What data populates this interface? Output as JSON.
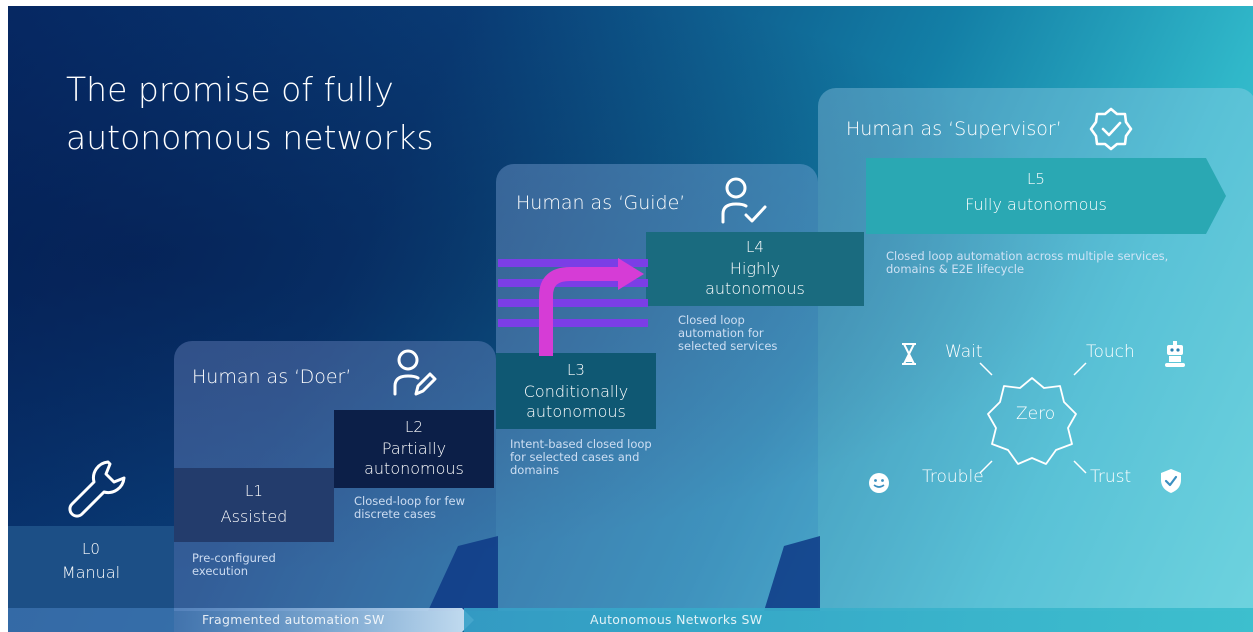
{
  "title": {
    "line1": "The promise of fully",
    "line2": "autonomous networks"
  },
  "phases": {
    "doer": "Human as ‘Doer’",
    "guide": "Human as ‘Guide’",
    "supervisor": "Human as ‘Supervisor’"
  },
  "levels": [
    {
      "id": "L0",
      "level": "L0",
      "name": "Manual",
      "description": ""
    },
    {
      "id": "L1",
      "level": "L1",
      "name": "Assisted",
      "description": "Pre-configured execution"
    },
    {
      "id": "L2",
      "level": "L2",
      "name": "Partially autonomous",
      "description": "Closed-loop for few discrete cases"
    },
    {
      "id": "L3",
      "level": "L3",
      "name": "Conditionally autonomous",
      "description": "Intent-based closed loop for selected cases and domains"
    },
    {
      "id": "L4",
      "level": "L4",
      "name": "Highly autonomous",
      "description": "Closed loop automation for selected services"
    },
    {
      "id": "L5",
      "level": "L5",
      "name": "Fully autonomous",
      "description": "Closed loop automation across multiple services, domains & E2E lifecycle"
    }
  ],
  "zero": {
    "center": "Zero",
    "wait": "Wait",
    "touch": "Touch",
    "trouble": "Trouble",
    "trust": "Trust"
  },
  "footer": {
    "fragmented": "Fragmented automation SW",
    "autonomous": "Autonomous Networks SW"
  },
  "colors": {
    "L0": "#1c4f86",
    "L1": "#233c6c",
    "L2": "#0c1f48",
    "L3": "#0f5873",
    "L4": "#1a6b7f",
    "L5": "#2aa8b3",
    "arrow": "#d63cd6",
    "stripes": "#7b3ee6"
  }
}
